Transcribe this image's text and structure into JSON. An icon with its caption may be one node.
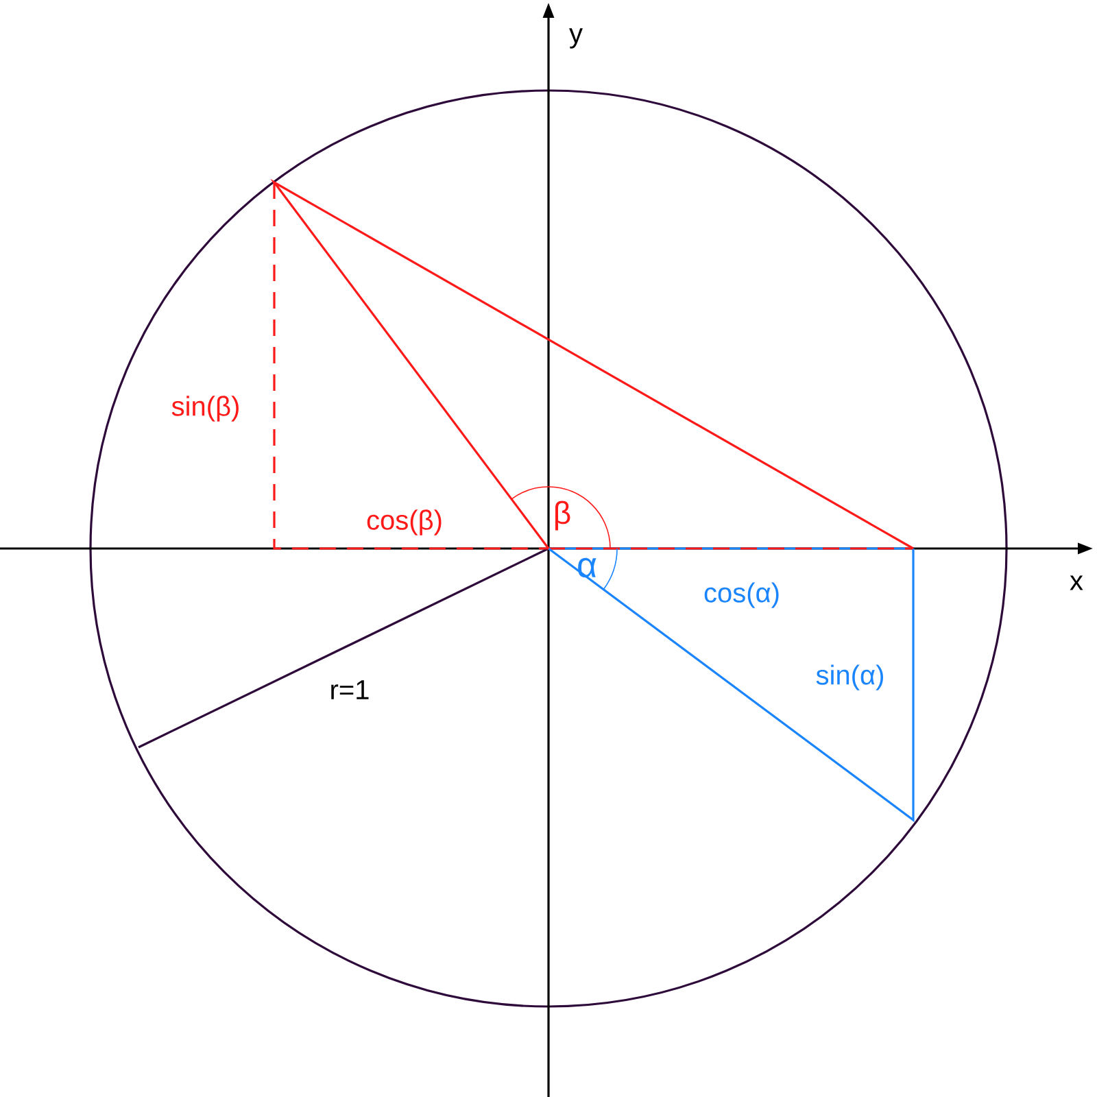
{
  "diagram": {
    "labels": [
      "y",
      "sin(β)",
      "β",
      "cos(β)",
      "α",
      "x",
      "cos(α)",
      "sin(α)",
      "r=1"
    ]
  }
}
